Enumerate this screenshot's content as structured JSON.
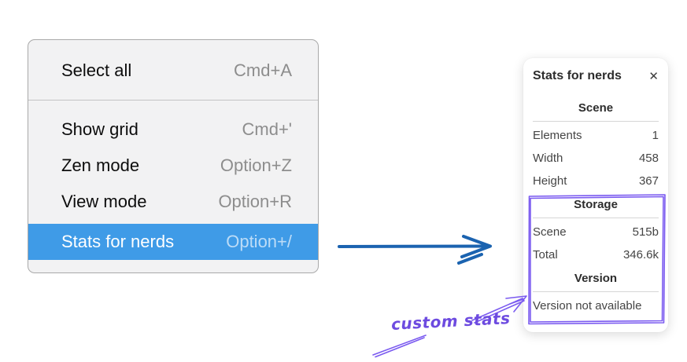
{
  "menu": {
    "items": [
      {
        "label": "Select all",
        "shortcut": "Cmd+A"
      },
      {
        "label": "Show grid",
        "shortcut": "Cmd+'"
      },
      {
        "label": "Zen mode",
        "shortcut": "Option+Z"
      },
      {
        "label": "View mode",
        "shortcut": "Option+R"
      },
      {
        "label": "Stats for nerds",
        "shortcut": "Option+/"
      }
    ],
    "selected_item": "Stats for nerds"
  },
  "panel": {
    "title": "Stats for nerds",
    "close_icon": "✕",
    "scene_section": {
      "header": "Scene",
      "rows": [
        {
          "label": "Elements",
          "value": "1"
        },
        {
          "label": "Width",
          "value": "458"
        },
        {
          "label": "Height",
          "value": "367"
        }
      ]
    },
    "storage_section": {
      "header": "Storage",
      "rows": [
        {
          "label": "Scene",
          "value": "515b"
        },
        {
          "label": "Total",
          "value": "346.6k"
        }
      ]
    },
    "version_section": {
      "header": "Version",
      "note": "Version not available"
    }
  },
  "annotation": {
    "label": "custom stats"
  },
  "colors": {
    "menu_highlight": "#3f9be7",
    "arrow_blue": "#1b63b0",
    "annotation_purple": "#7a5af0",
    "annotation_text_purple": "#6d4be0"
  }
}
